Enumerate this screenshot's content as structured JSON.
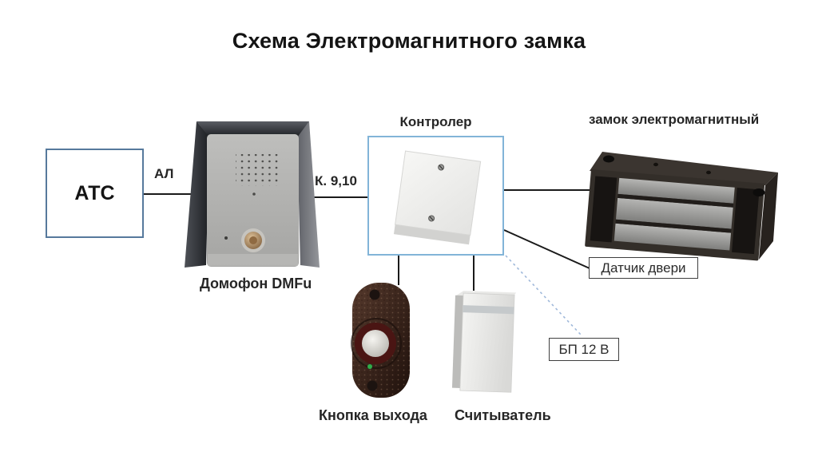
{
  "title": "Схема Электромагнитного замка",
  "nodes": {
    "atc": {
      "label": "АТС"
    },
    "intercom": {
      "label": "Домофон DMFu"
    },
    "controller": {
      "label": "Контролер"
    },
    "lock": {
      "label": "замок электромагнитный"
    },
    "door_sensor": {
      "label": "Датчик двери"
    },
    "power_supply": {
      "label": "БП 12 В"
    },
    "exit_button": {
      "label": "Кнопка выхода"
    },
    "reader": {
      "label": "Считыватель"
    }
  },
  "connections": {
    "atc_to_intercom": {
      "label": "АЛ"
    },
    "intercom_to_controller": {
      "label": "К. 9,10"
    }
  },
  "colors": {
    "atc_border": "#56799c",
    "controller_border": "#82b4d8",
    "wire": "#1a1a1a",
    "dashed_wire": "#9fb8da",
    "callout_border": "#3f3f3f",
    "text": "#262626"
  }
}
